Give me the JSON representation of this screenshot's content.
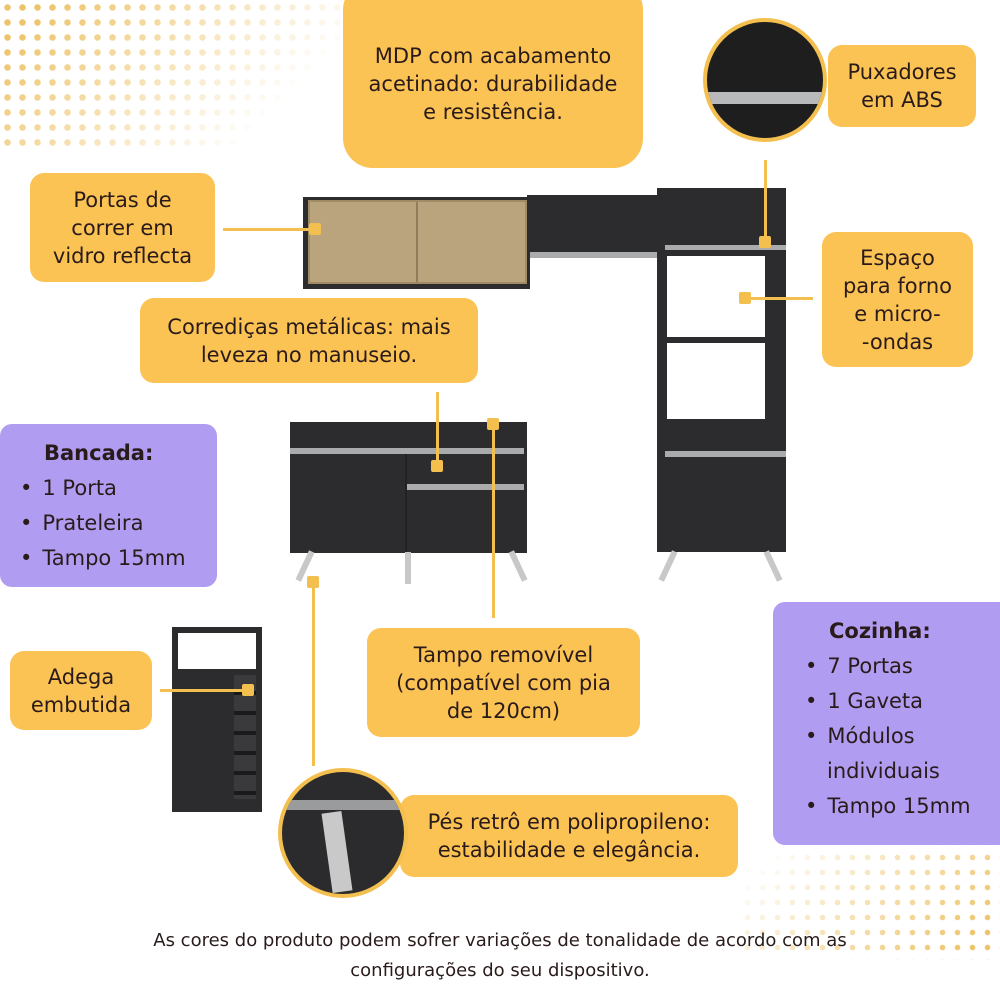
{
  "callouts": {
    "mdp": "MDP com acabamento\nacetinado: durabilidade\ne resistência.",
    "puxadores": "Puxadores\nem ABS",
    "portas": "Portas de\ncorrer em\nvidro reflecta",
    "corredicas": "Corrediças metálicas: mais\nleveza no manuseio.",
    "espaco": "Espaço\npara forno\ne micro-\n-ondas",
    "adega": "Adega\nembutida",
    "tampo": "Tampo removível\n(compatível com pia\nde 120cm)",
    "pes": "Pés retrô em polipropileno:\nestabilidade e elegância."
  },
  "bancada": {
    "title": "Bancada:",
    "items": [
      "1 Porta",
      "Prateleira",
      "Tampo 15mm"
    ]
  },
  "cozinha": {
    "title": "Cozinha:",
    "items": [
      "7 Portas",
      "1 Gaveta",
      "Módulos individuais",
      "Tampo 15mm"
    ]
  },
  "footer": {
    "line1": "As cores do produto podem sofrer variações de tonalidade de acordo com as",
    "line2": "configurações do seu dispositivo."
  },
  "colors": {
    "callout": "#fbc254",
    "spec": "#b09cf0",
    "furniture": "#2c2c2e",
    "glass": "#b9a47e"
  }
}
